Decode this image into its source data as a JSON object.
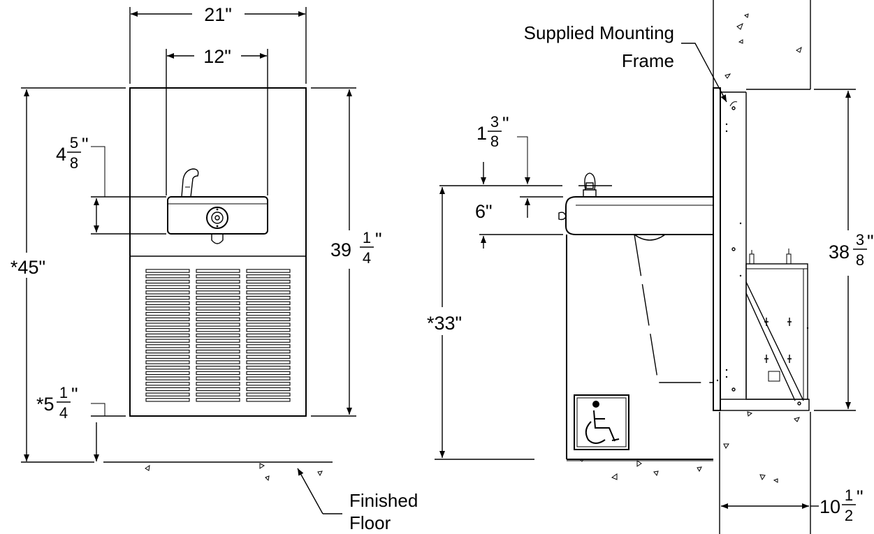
{
  "front_view": {
    "width_dim": "21\"",
    "bubbler_spacing_dim": "12\"",
    "height_dim": {
      "whole": "*45",
      "unit": "\""
    },
    "bowl_height_dim": {
      "whole": "4",
      "num": "5",
      "den": "8",
      "unit": "\""
    },
    "unit_height_dim": {
      "whole": "39",
      "num": "1",
      "den": "4",
      "unit": "\""
    },
    "floor_clearance_dim": {
      "whole": "*5",
      "num": "1",
      "den": "4",
      "unit": "\""
    },
    "floor_label_line1": "Finished",
    "floor_label_line2": "Floor"
  },
  "side_view": {
    "frame_label_line1": "Supplied Mounting",
    "frame_label_line2": "Frame",
    "bubbler_height_dim": {
      "whole": "1",
      "num": "3",
      "den": "8",
      "unit": "\""
    },
    "bowl_depth_dim": "6\"",
    "rim_height_dim": "*33\"",
    "frame_height_dim": {
      "whole": "38",
      "num": "3",
      "den": "8",
      "unit": "\""
    },
    "depth_dim": {
      "whole": "10",
      "num": "1",
      "den": "2",
      "unit": "\""
    },
    "accessibility_symbol": "wheelchair-icon"
  }
}
